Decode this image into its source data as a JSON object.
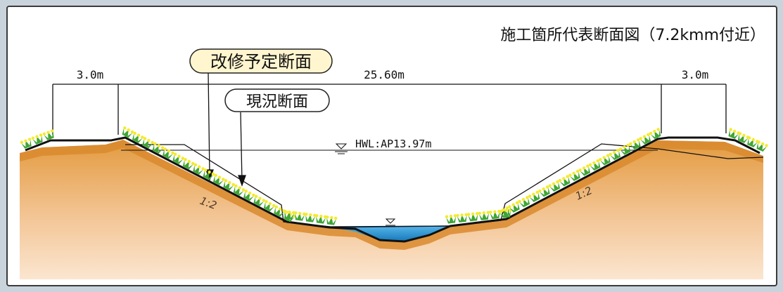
{
  "figure": {
    "title": "施工箇所代表断面図（7.2kmm付近）"
  },
  "labels": {
    "planned_section": "改修予定断面",
    "current_section": "現況断面"
  },
  "dimensions": {
    "left_top_width": "3.0m",
    "channel_width": "25.60m",
    "right_top_width": "3.0m"
  },
  "water_level": {
    "hwl_label": "HWL:AP13.97m"
  },
  "slopes": {
    "left": "1:2",
    "right": "1:2"
  },
  "colors": {
    "soil_top": "#e39a3e",
    "soil_bottom": "#fbe6d0",
    "soil_edge": "#d07a1e",
    "water": "#1e8fcf",
    "vegetation": "#3fa535",
    "flowers": "#f4ea2a",
    "label_bg": "#fff6cf"
  }
}
